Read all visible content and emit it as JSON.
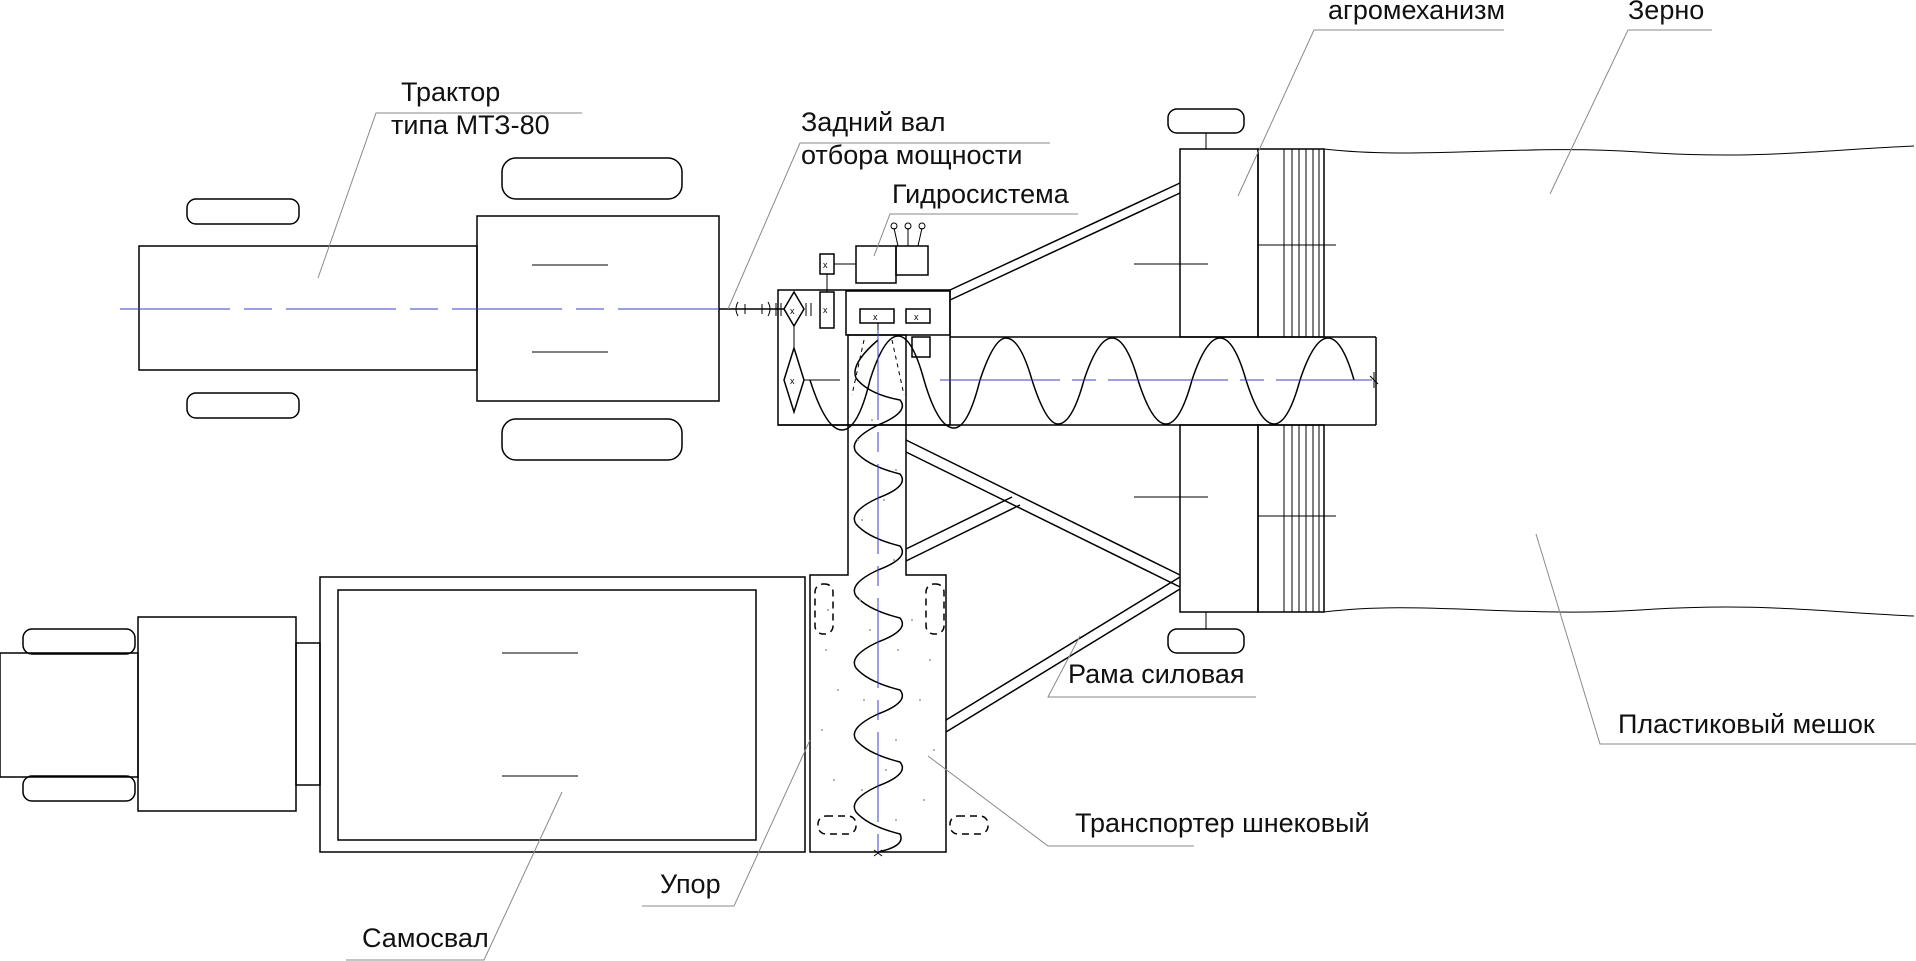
{
  "labels": {
    "tractor": "Трактор",
    "tractor_type": "типа МТЗ-80",
    "pto_line1": "Задний вал",
    "pto_line2": "отбора мощности",
    "hydraulics": "Гидросистема",
    "agromechanism": "агромеханизм",
    "grain": "Зерно",
    "power_frame": "Рама силовая",
    "plastic_bag": "Пластиковый мешок",
    "auger_conveyor": "Транспортер шнековый",
    "stop": "Упор",
    "dump_truck": "Самосвал"
  },
  "colors": {
    "line": "#000000",
    "leader": "#8a8a8a",
    "axis": "#3b3bd0",
    "text": "#111111"
  }
}
